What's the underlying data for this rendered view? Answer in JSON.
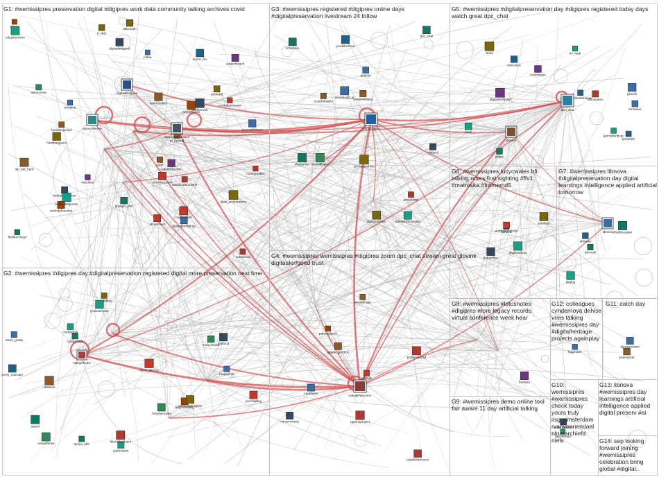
{
  "colors": {
    "edge_gray": "#b9b9b9",
    "edge_red": "#d64b4b",
    "panel_border": "#bdbdbd"
  },
  "groups": [
    {
      "id": "G1",
      "label": "G1: #wemissipres preservation digital #digipres work data community talking archives covid"
    },
    {
      "id": "G2",
      "label": "G2: #wemissipres #digipres day #digitalpreservation registered digital more preservation next time"
    },
    {
      "id": "G3",
      "label": "G3: #wemissipres registered #digipres online days #digitalpreservation livestream 24 follow"
    },
    {
      "id": "G4",
      "label": "G4: #wemissipres wemissipres #digipres zoom dpc_chat stream great glovink digitaalerfgoed trust"
    },
    {
      "id": "G5",
      "label": "G5: #wemissipres #digitalpreservation day #digipres registered today days watch great dpc_chat"
    },
    {
      "id": "G6",
      "label": "G6: #wemissipres lucycwales bfi talking notes first sighting #ffv1 #matroska #framemd5"
    },
    {
      "id": "G7",
      "label": "G7: #wemissipres libnova #digitalpreservation day digital learnings intelligence applied artificial tomorrow"
    },
    {
      "id": "G8",
      "label": "G8: #wemissipres #lotusnotes #digipres more legacy records virtual conference week hear"
    },
    {
      "id": "G9",
      "label": "G9: #wemissipres demo online tool fair aware 11 day artificial talking"
    },
    {
      "id": "G10",
      "label": "G10: wemissipres #wemissipres check today yours truly iisg_amsterdam rvanveenendaal nlnatarchiefd niels"
    },
    {
      "id": "G11",
      "label": "G11: catch day"
    },
    {
      "id": "G12",
      "label": "G12: colleagues cyndernoya dehlse vries talking #wemissipres day #digitalheritage projects againplay"
    },
    {
      "id": "G13",
      "label": "G13: libnova #wemissipres day learnings artificial intelligence applied digital preserv #ai"
    },
    {
      "id": "G14",
      "label": "G14: sep looking forward joining #wemissipres celebration bring global #digital.."
    }
  ],
  "hub_nodes": [
    {
      "name": "wemissipres",
      "group": "G3"
    },
    {
      "name": "nataliehamoven",
      "group": "G4"
    },
    {
      "name": "dpc_chat",
      "group": "G5"
    },
    {
      "name": "glovink",
      "group": "G5"
    },
    {
      "name": "libnova",
      "group": "G7"
    },
    {
      "name": "nellajefferies",
      "group": "G2"
    },
    {
      "name": "davidunderdown9",
      "group": "G1"
    },
    {
      "name": "openpreserve",
      "group": "G1"
    },
    {
      "name": "digitaalerfgoed",
      "group": "G1"
    }
  ],
  "node_labels": [
    "nlnaarchief",
    "beeldengeluid",
    "mscar",
    "jnodhoeven",
    "digitaalerfgoed",
    "bertrandcaron",
    "barbarasteltman",
    "hansbasgland",
    "jabnr",
    "openpreserve",
    "simonmnet",
    "pt_ireland",
    "davidunderdown9",
    "aviaschleach",
    "alliconain",
    "ian_pdt_hard",
    "melindahaunton",
    "puckofpookshey",
    "jr_dub",
    "cayfinsmith",
    "ronmoreaklin",
    "kazclkas",
    "fkellevchings",
    "edaythomson",
    "pldaa",
    "fabia_scovaravimy",
    "timmph_rdm",
    "aramc_lnc",
    "rvandoma",
    "auserarchiever",
    "fsmarsutfice",
    "nlichtard",
    "archiviatstjenste",
    "wemissipres",
    "scrialettr",
    "consultantviaaal",
    "dabaysforcanyola",
    "amydunne",
    "digitalcuration",
    "pt_webarchive",
    "ricardobasilio",
    "schebylre",
    "jbsboer",
    "rvennifflagen",
    "ulrtiland",
    "scalprinisland",
    "amyltaugh_pr",
    "dpc_chat",
    "sheliamon",
    "punktforfacul",
    "tm_hadi",
    "tmac",
    "fonhasar",
    "tabouration",
    "glovink",
    "dighthumanaase",
    "lpre2020",
    "lucycwales",
    "digitaalerfgoed",
    "parrickfenbcpc",
    "jhdtpc",
    "lorecarpa",
    "tazia",
    "yuinhars",
    "libnova",
    "archiviatprojects",
    "nunidohas",
    "sagllieoduan",
    "dhellbieuatan",
    "bligfug",
    "tdemuth",
    "abbaiau",
    "angelabelling",
    "nelajefferies",
    "rouponihja",
    "pmnhastley",
    "mickylindrar",
    "chethistork",
    "nlklas_zimmer",
    "jenny_mitcham",
    "kaeel_grada",
    "asarol",
    "ageluhbley",
    "jbahuud",
    "cyndernoya",
    "crlicyhermvee",
    "jayechaste",
    "mashartjburgess",
    "jessicamoran",
    "fdenhilldelhaim",
    "ribestvia",
    "lanlus_rdlz",
    "ppdmhproject",
    "kaatdanel",
    "conservissea",
    "parmadatuta",
    "emilyjlb",
    "allison_greydon",
    "sanaklimaw",
    "nataliehamoven",
    "professonzad",
    "kiasyaa",
    "prasereval",
    "fagarutan",
    "dpreservation",
    "puelinghuster",
    "alexmehad",
    "e_paddle",
    "iisg_amsterdam",
    "bertvwex"
  ]
}
